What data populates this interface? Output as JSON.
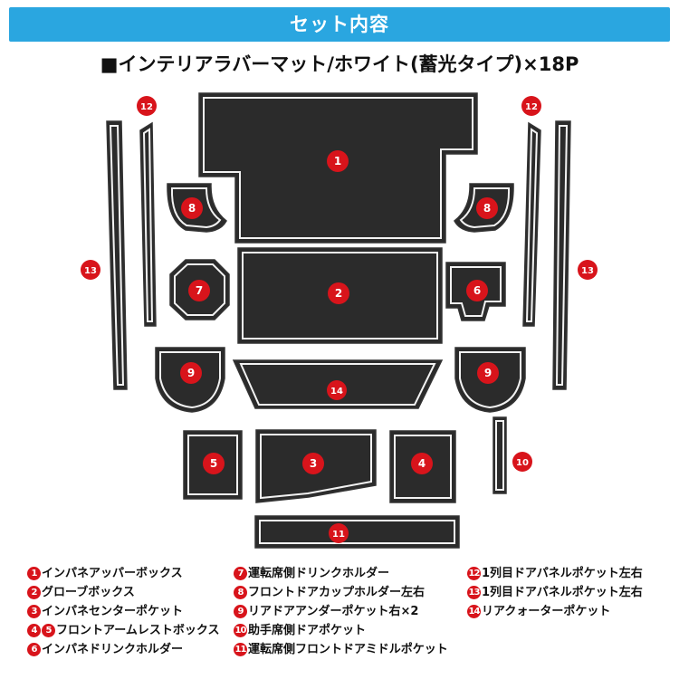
{
  "banner": "セット内容",
  "subtitle": "■インテリアラバーマット/ホワイト(蓄光タイプ)×18P",
  "mat_labels": {
    "n1": "1",
    "n2": "2",
    "n3": "3",
    "n4": "4",
    "n5": "5",
    "n6": "6",
    "n7": "7",
    "n8": "8",
    "n9": "9",
    "n10": "10",
    "n11": "11",
    "n12": "12",
    "n13": "13",
    "n14": "14"
  },
  "legend": [
    {
      "badges": [
        "1"
      ],
      "text": "インパネアッパーボックス"
    },
    {
      "badges": [
        "2"
      ],
      "text": "グローブボックス"
    },
    {
      "badges": [
        "3"
      ],
      "text": "インパネセンターポケット"
    },
    {
      "badges": [
        "4",
        "5"
      ],
      "text": "フロントアームレストボックス"
    },
    {
      "badges": [
        "6"
      ],
      "text": "インパネドリンクホルダー"
    },
    {
      "badges": [
        "7"
      ],
      "text": "運転席側ドリンクホルダー"
    },
    {
      "badges": [
        "8"
      ],
      "text": "フロントドアカップホルダー左右"
    },
    {
      "badges": [
        "9"
      ],
      "text": "リアドアアンダーポケット右×2"
    },
    {
      "badges": [
        "10"
      ],
      "text": "助手席側ドアポケット"
    },
    {
      "badges": [
        "11"
      ],
      "text": "運転席側フロントドアミドルポケット"
    },
    {
      "badges": [
        "12"
      ],
      "text": "1列目ドアパネルポケット左右"
    },
    {
      "badges": [
        "13"
      ],
      "text": "1列目ドアパネルポケット左右"
    },
    {
      "badges": [
        "14"
      ],
      "text": "リアクォーターポケット"
    }
  ],
  "colors": {
    "banner": "#2aa6e0",
    "badge": "#d8141b",
    "mat": "#2b2b2b",
    "edge": "#f2f2f2"
  }
}
